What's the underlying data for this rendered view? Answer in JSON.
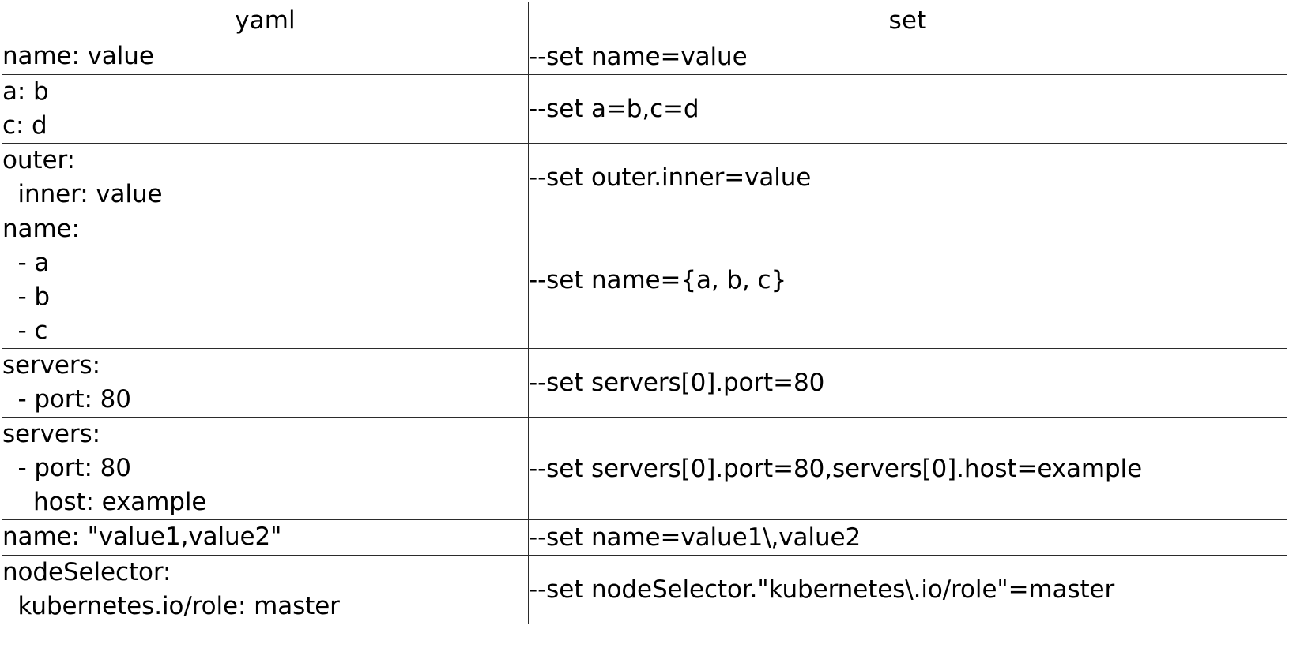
{
  "table": {
    "columns": [
      {
        "key": "yaml",
        "header": "yaml"
      },
      {
        "key": "set",
        "header": "set"
      }
    ],
    "rows": [
      {
        "yaml": "name: value",
        "set": "--set name=value"
      },
      {
        "yaml": "a: b\nc: d",
        "set": "--set a=b,c=d"
      },
      {
        "yaml": "outer:\n  inner: value",
        "set": "--set outer.inner=value"
      },
      {
        "yaml": "name:\n  - a\n  - b\n  - c",
        "set": "--set name={a, b, c}"
      },
      {
        "yaml": "servers:\n  - port: 80",
        "set": "--set servers[0].port=80"
      },
      {
        "yaml": "servers:\n  - port: 80\n    host: example",
        "set": "--set servers[0].port=80,servers[0].host=example"
      },
      {
        "yaml": "name: \"value1,value2\"",
        "set": "--set name=value1\\,value2"
      },
      {
        "yaml": "nodeSelector:\n  kubernetes.io/role: master",
        "set": "--set nodeSelector.\"kubernetes\\.io/role\"=master"
      }
    ]
  },
  "colors": {
    "border": "#2b2b2b",
    "text": "#000000",
    "background": "#ffffff"
  }
}
